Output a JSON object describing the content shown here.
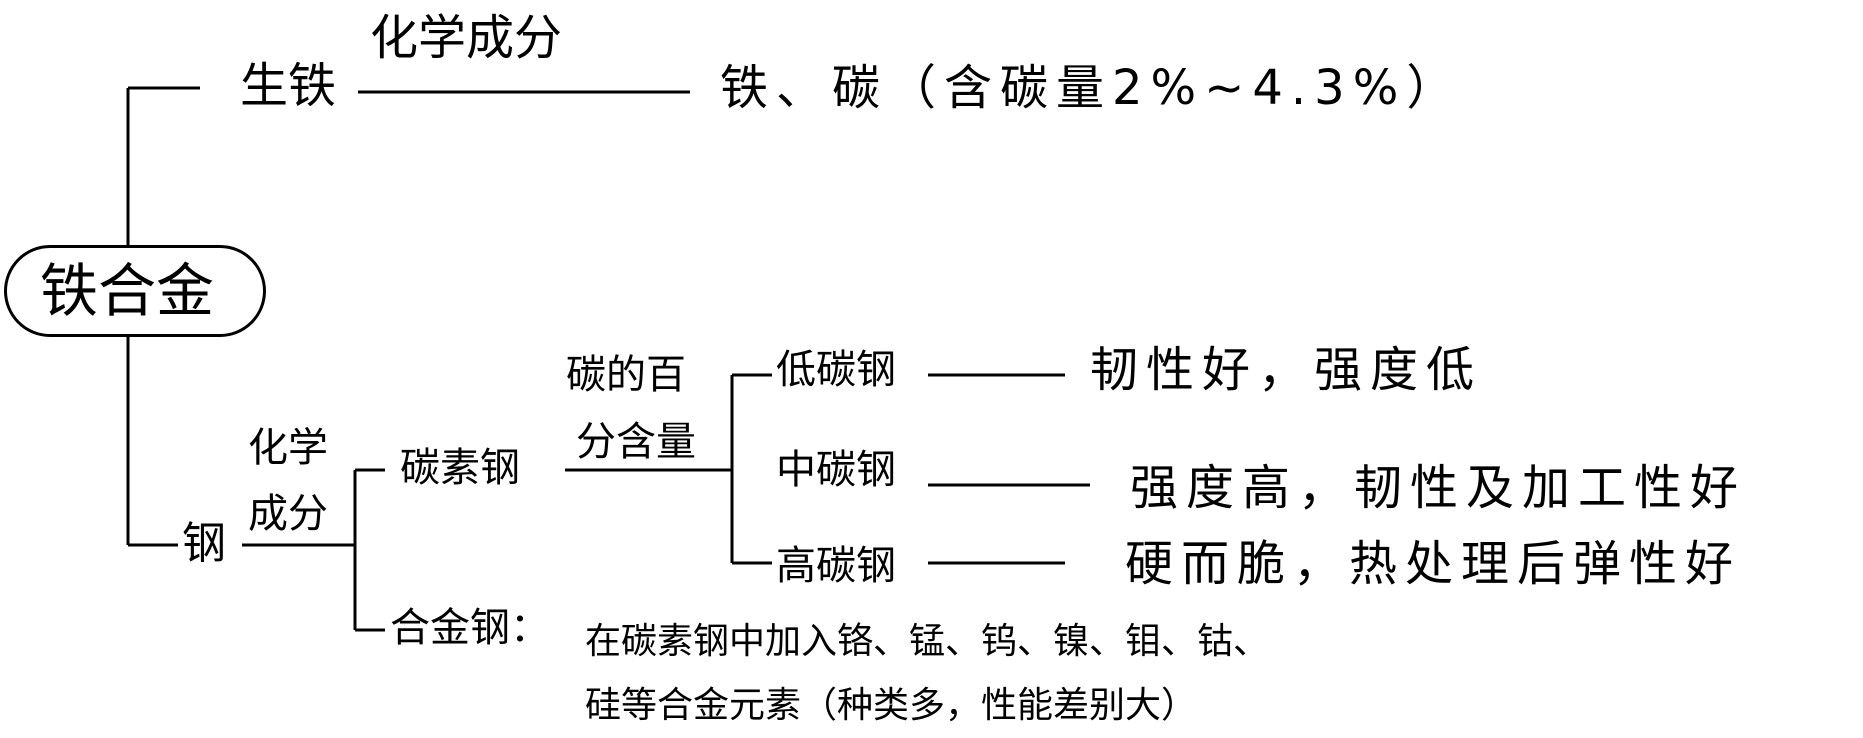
{
  "root": "铁合金",
  "pig_iron": {
    "name": "生铁",
    "link_label": "化学成分",
    "composition": "铁、碳（含碳量2%~4.3%）"
  },
  "steel": {
    "name": "钢",
    "link_label_line1": "化学",
    "link_label_line2": "成分",
    "carbon_steel": {
      "name": "碳素钢",
      "link_label_line1": "碳的百",
      "link_label_line2": "分含量",
      "types": [
        {
          "name": "低碳钢",
          "property": "韧性好，强度低"
        },
        {
          "name": "中碳钢",
          "property": "强度高，韧性及加工性好"
        },
        {
          "name": "高碳钢",
          "property": "硬而脆，热处理后弹性好"
        }
      ]
    },
    "alloy_steel": {
      "name": "合金钢：",
      "description_line1": "在碳素钢中加入铬、锰、钨、镍、钼、钴、",
      "description_line2": "硅等合金元素（种类多，性能差别大）"
    }
  }
}
